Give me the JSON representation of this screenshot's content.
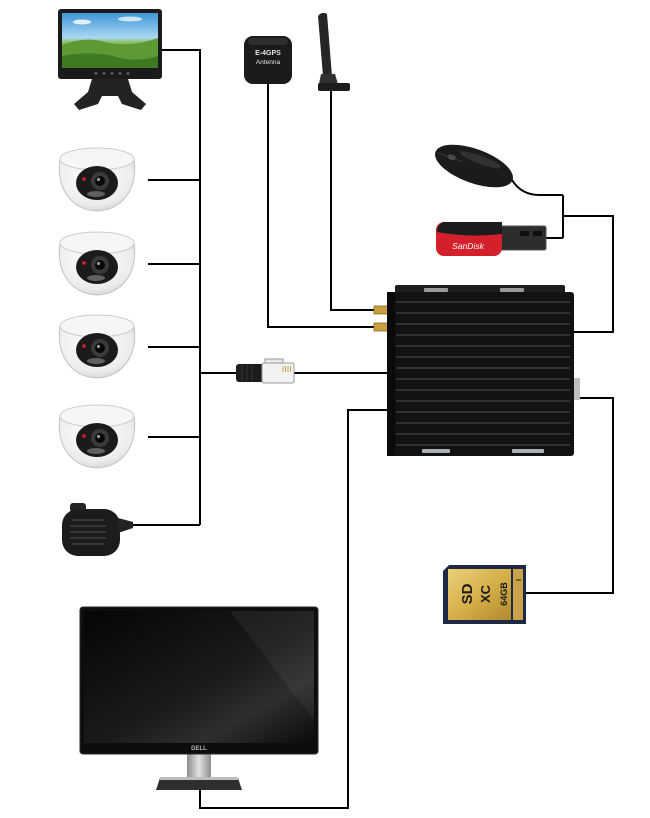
{
  "icons": {
    "lcd_monitor": "car-lcd-monitor-icon",
    "dome_camera": "dome-camera-icon",
    "handheld_microphone": "handheld-microphone-icon",
    "rj45_connector": "rj45-connector-icon",
    "gps_antenna": "gps-antenna-icon",
    "whip_antenna": "whip-antenna-icon",
    "dvr_unit": "mobile-dvr-icon",
    "mouse": "mouse-icon",
    "usb_drive": "usb-flash-drive-icon",
    "sd_card": "sd-card-icon",
    "desktop_monitor": "desktop-monitor-icon"
  },
  "gps_antenna": {
    "line1": "E-4GPS",
    "line2": "Antenna"
  },
  "usb_drive": {
    "brand": "SanDisk"
  },
  "sd_card": {
    "logo": "SD",
    "type": "XC",
    "capacity": "64GB",
    "bus_class": "I"
  },
  "desktop_monitor": {
    "brand": "DELL"
  },
  "colors": {
    "background": "#ffffff",
    "connection_line": "#000000",
    "dvr_body": "#121212",
    "usb_red": "#d4202a",
    "sd_gold": "#d6b04a",
    "antenna_connector_gold": "#c8a040"
  }
}
